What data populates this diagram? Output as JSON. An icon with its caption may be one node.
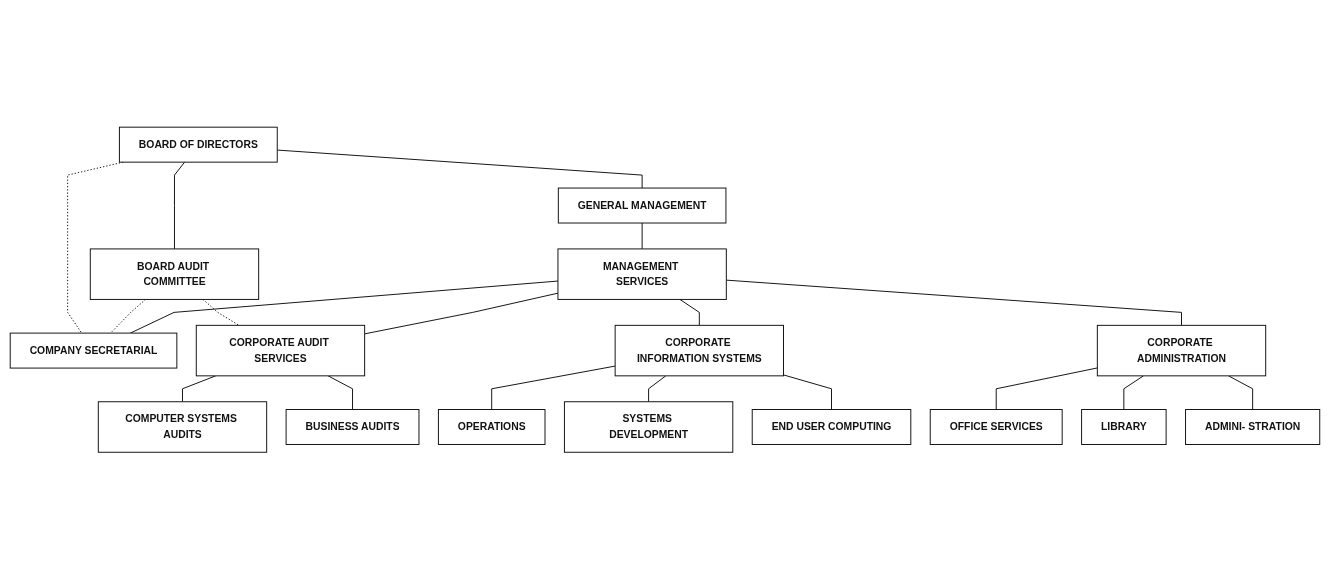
{
  "diagram": {
    "nodes": [
      {
        "text": [
          "BOARD OF DIRECTORS"
        ]
      },
      {
        "text": [
          "BOARD AUDIT COMMITTEE"
        ]
      },
      {
        "text": [
          "GENERAL MANAGEMENT"
        ]
      },
      {
        "text": [
          "MANAGEMENT SERVICES"
        ]
      },
      {
        "text": [
          "COMPANY SECRETARIAL"
        ]
      },
      {
        "text": [
          "CORPORATE INFORMATION SYSTEMS"
        ]
      },
      {
        "text": [
          "CORPORATE ADMINISTRATION"
        ]
      },
      {
        "text": [
          "CORPORATE AUDIT SERVICES"
        ]
      },
      {
        "text": [
          "OPERATIONS"
        ]
      },
      {
        "text": [
          "SYSTEMS DEVELOPMENT"
        ]
      },
      {
        "text": [
          "END USER COMPUTING"
        ]
      },
      {
        "text": [
          "OFFICE SERVICES"
        ]
      },
      {
        "text": [
          "LIBRARY"
        ]
      },
      {
        "text": [
          "ADMINI- STRATION"
        ]
      },
      {
        "text": [
          "COMPUTER SYSTEMS AUDITS"
        ]
      },
      {
        "text": [
          "BUSINESS AUDITS"
        ]
      }
    ],
    "edges": [
      {
        "from": 0,
        "to": 1,
        "arrow": "none"
      },
      {
        "from": 0,
        "to": 2,
        "arrow": "none"
      },
      {
        "from": 0,
        "to": 4,
        "arrow": "none",
        "style": "dashed"
      },
      {
        "from": 1,
        "to": 4,
        "arrow": "none",
        "style": "dashed"
      },
      {
        "from": 1,
        "to": 7,
        "arrow": "none",
        "style": "dashed"
      },
      {
        "from": 2,
        "to": 3,
        "arrow": "none"
      },
      {
        "from": 3,
        "to": 4,
        "arrow": "none"
      },
      {
        "from": 3,
        "to": 5,
        "arrow": "none"
      },
      {
        "from": 3,
        "to": 6,
        "arrow": "none"
      },
      {
        "from": 3,
        "to": 7,
        "arrow": "none"
      },
      {
        "from": 5,
        "to": 8,
        "arrow": "none"
      },
      {
        "from": 5,
        "to": 9,
        "arrow": "none"
      },
      {
        "from": 5,
        "to": 10,
        "arrow": "none"
      },
      {
        "from": 6,
        "to": 11,
        "arrow": "none"
      },
      {
        "from": 6,
        "to": 12,
        "arrow": "none"
      },
      {
        "from": 6,
        "to": 13,
        "arrow": "none"
      },
      {
        "from": 7,
        "to": 14,
        "arrow": "none"
      },
      {
        "from": 7,
        "to": 15,
        "arrow": "none"
      }
    ]
  }
}
